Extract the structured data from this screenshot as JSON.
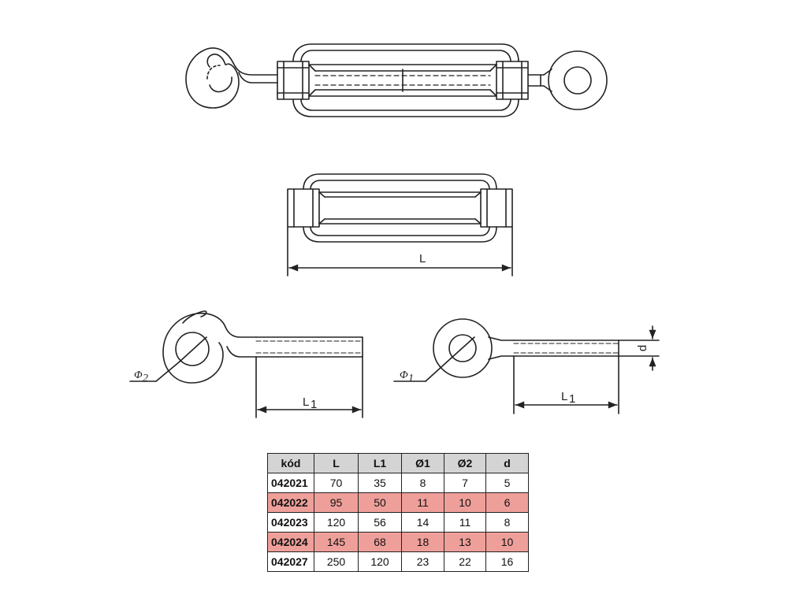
{
  "drawing": {
    "dim_L": "L",
    "dim_L1_hook": "L",
    "dim_L1_eye": "L",
    "dim_d": "d",
    "phi2_label": "Φ",
    "phi1_label": "Φ",
    "sub_1": "1",
    "sub_2": "2"
  },
  "table": {
    "headers": [
      "kód",
      "L",
      "L1",
      "Ø1",
      "Ø2",
      "d"
    ],
    "rows": [
      {
        "code": "042021",
        "L": "70",
        "L1": "35",
        "d1": "8",
        "d2": "7",
        "d": "5",
        "highlight": false
      },
      {
        "code": "042022",
        "L": "95",
        "L1": "50",
        "d1": "11",
        "d2": "10",
        "d": "6",
        "highlight": true
      },
      {
        "code": "042023",
        "L": "120",
        "L1": "56",
        "d1": "14",
        "d2": "11",
        "d": "8",
        "highlight": false
      },
      {
        "code": "042024",
        "L": "145",
        "L1": "68",
        "d1": "18",
        "d2": "13",
        "d": "10",
        "highlight": true
      },
      {
        "code": "042027",
        "L": "250",
        "L1": "120",
        "d1": "23",
        "d2": "22",
        "d": "16",
        "highlight": false
      }
    ]
  },
  "colors": {
    "highlight_row": "#ef9f9a",
    "header_bg": "#d4d4d4",
    "line": "#222222"
  }
}
